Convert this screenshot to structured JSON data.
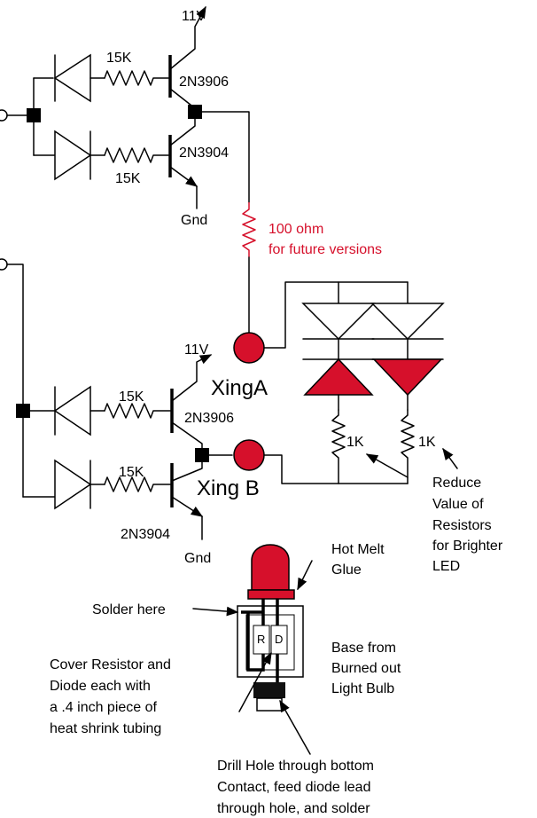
{
  "top_circuit": {
    "supply": "11V",
    "r_upper": "15K",
    "q_upper": "2N3906",
    "q_lower": "2N3904",
    "r_lower": "15K",
    "ground": "Gnd"
  },
  "future_resistor": {
    "line1": "100 ohm",
    "line2": "for future versions",
    "color": "#d6102b"
  },
  "bottom_circuit": {
    "supply": "11V",
    "output_a": "XingA",
    "r_upper": "15K",
    "q_upper": "2N3906",
    "r_lower": "15K",
    "output_b": "Xing B",
    "q_lower": "2N3904",
    "ground": "Gnd"
  },
  "led_bank": {
    "r_left": "1K",
    "r_right": "1K",
    "note": [
      "Reduce",
      "Value of",
      "Resistors",
      "for Brighter",
      "LED"
    ]
  },
  "lamp_base": {
    "hot_melt": [
      "Hot Melt",
      "Glue"
    ],
    "solder_here": "Solder here",
    "resistor_letter": "R",
    "diode_letter": "D",
    "base_note": [
      "Base from",
      "Burned out",
      "Light Bulb"
    ],
    "cover_note": [
      "Cover Resistor and",
      "Diode each with",
      "a .4 inch piece of",
      "heat shrink tubing"
    ],
    "drill_note": [
      "Drill Hole through bottom",
      "Contact, feed diode lead",
      "through hole, and solder"
    ]
  },
  "colors": {
    "accent": "#d6102b",
    "ink": "#000000"
  }
}
